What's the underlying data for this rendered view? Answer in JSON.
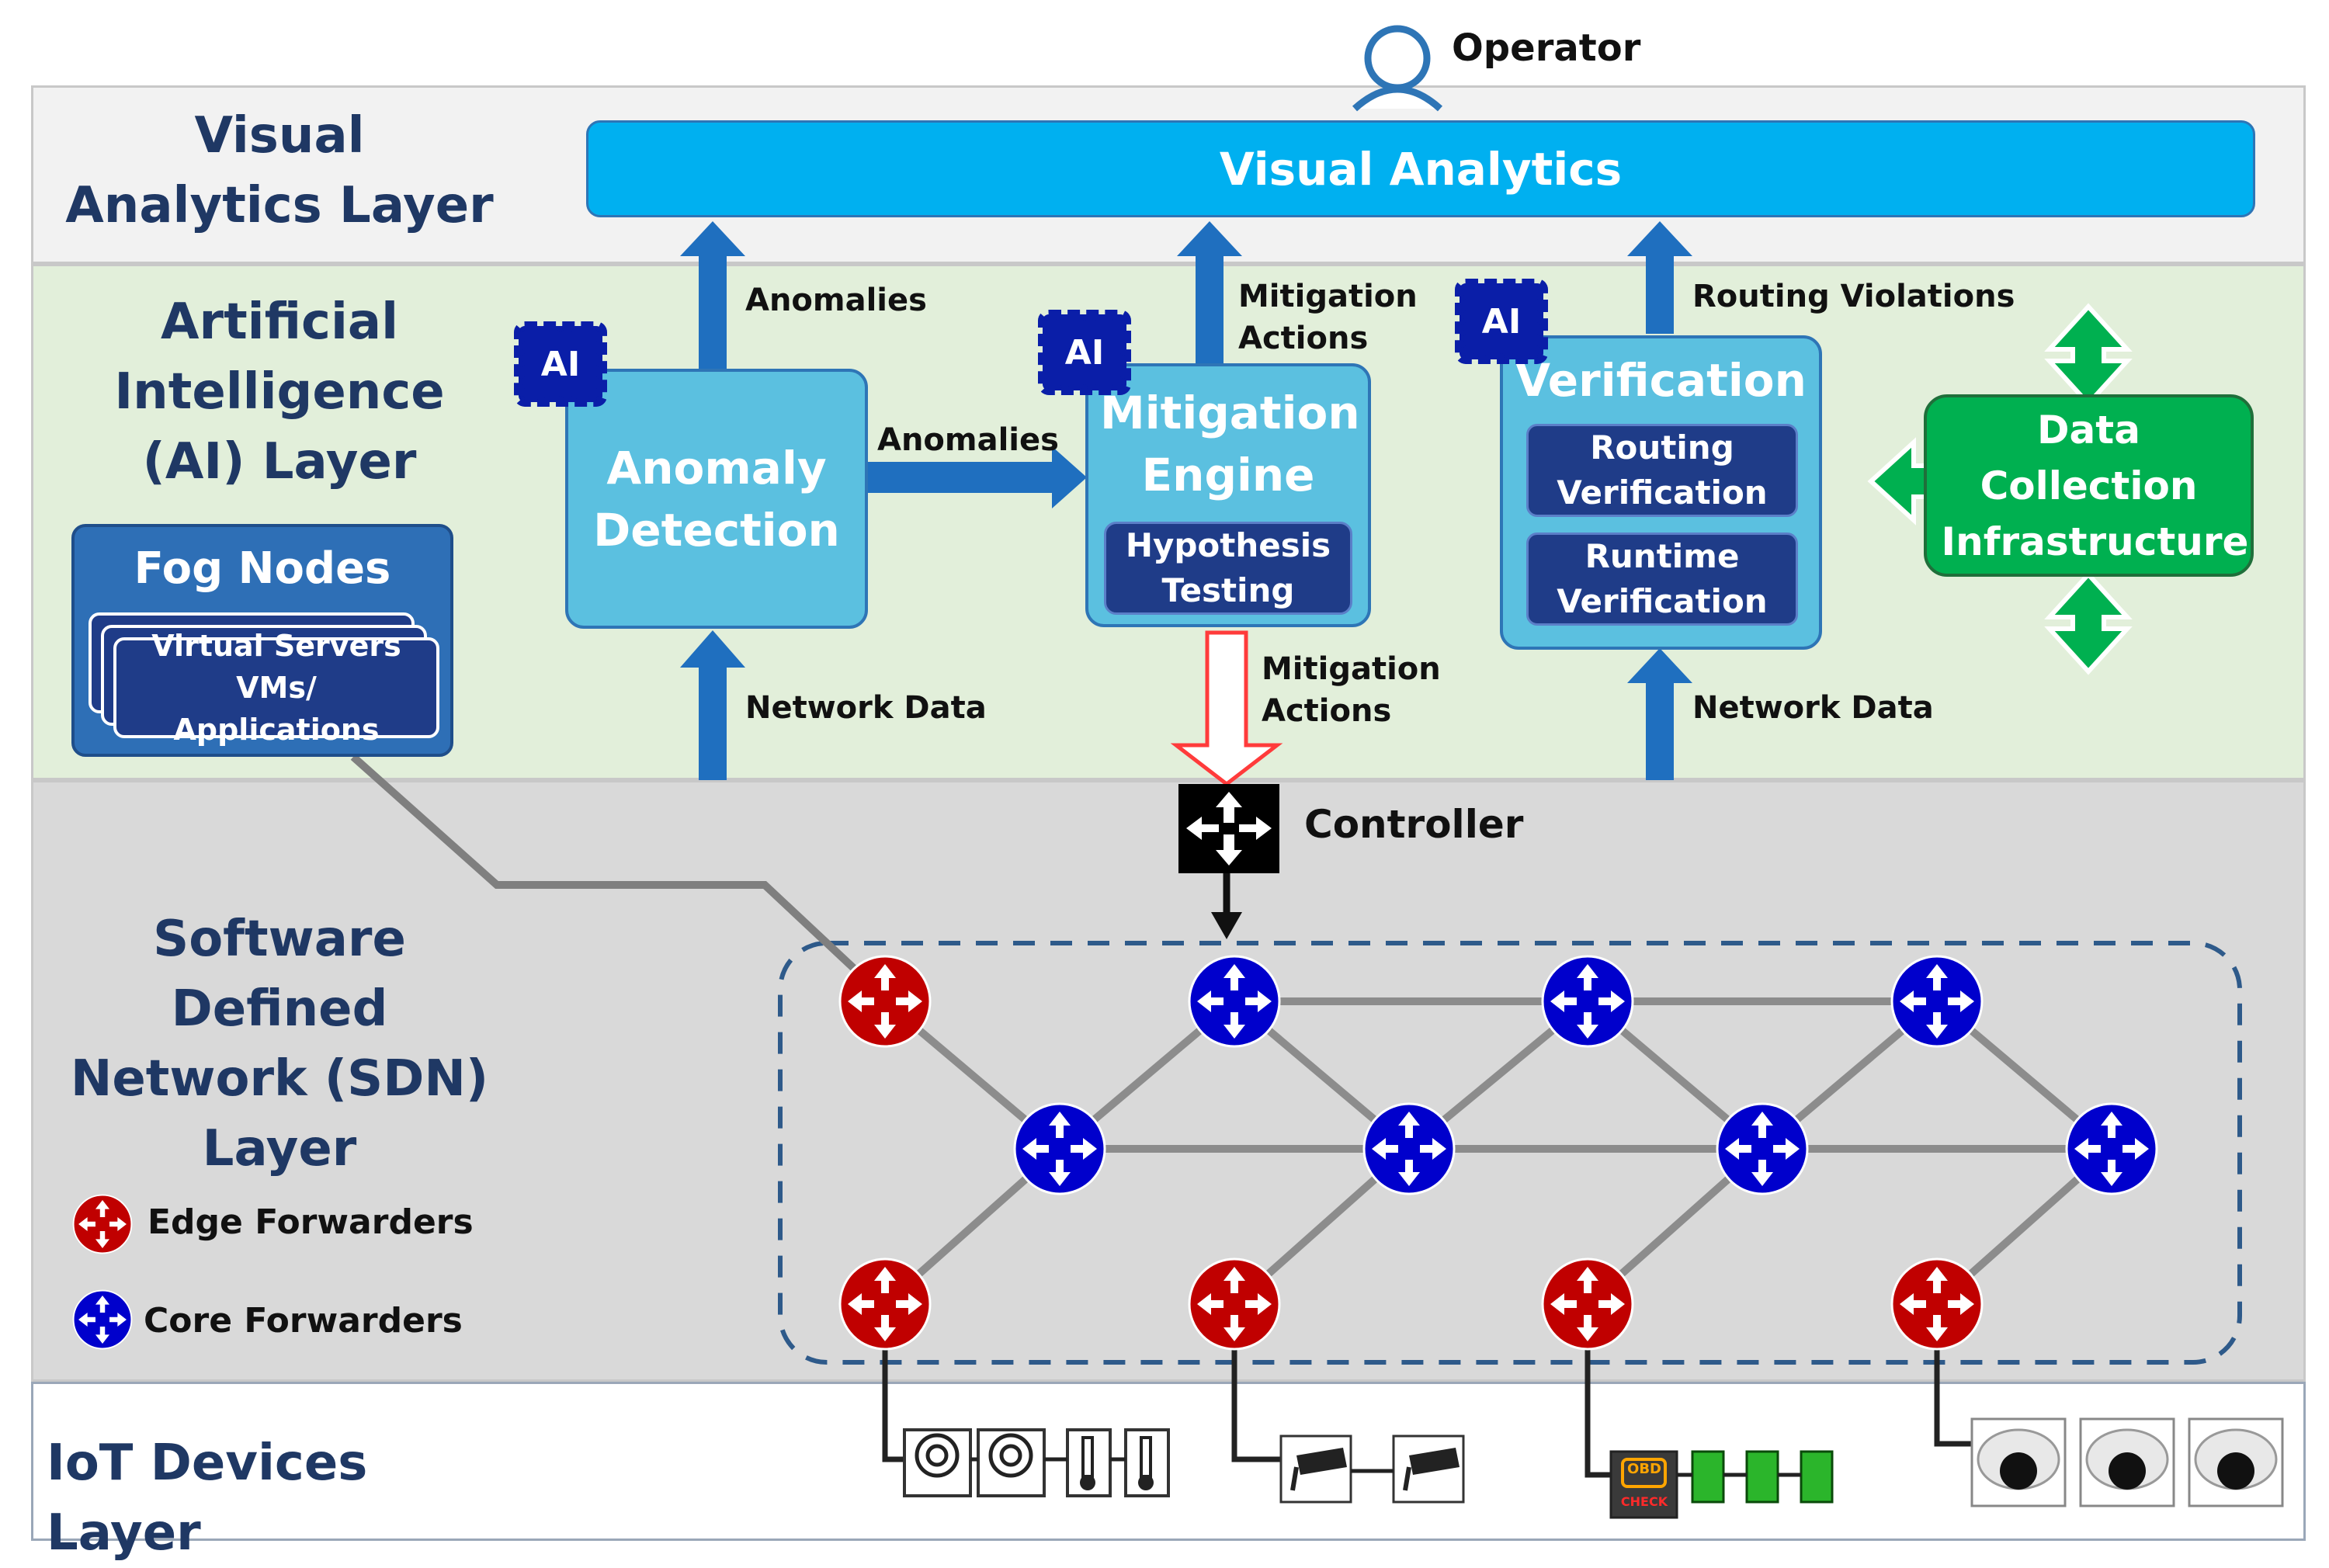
{
  "layers": {
    "visual": "Visual Analytics Layer",
    "ai": "Artificial Intelligence (AI) Layer",
    "sdn": "Software Defined Network (SDN) Layer",
    "iot": "IoT Devices Layer"
  },
  "operator": "Operator",
  "visual_analytics": "Visual Analytics",
  "anomaly_detection": "Anomaly Detection",
  "mitigation_engine": "Mitigation Engine",
  "hypothesis_testing": "Hypothesis Testing",
  "verification": "Verification",
  "routing_verification": "Routing Verification",
  "runtime_verification": "Runtime Verification",
  "data_collection": "Data Collection Infrastructure",
  "fog_nodes": "Fog Nodes",
  "virtual_servers": "Virtual Servers VMs/ Applications",
  "ai_chip": "AI",
  "arrows": {
    "anomalies_up": "Anomalies",
    "anomalies_right": "Anomalies",
    "mitigation_actions_up": "Mitigation Actions",
    "routing_violations": "Routing Violations",
    "network_data_left": "Network Data",
    "network_data_right": "Network Data",
    "mitigation_actions_down": "Mitigation Actions"
  },
  "controller": "Controller",
  "legend": {
    "edge": "Edge Forwarders",
    "core": "Core Forwarders"
  },
  "iot_labels": {
    "obd": "OBD",
    "check": "CHECK"
  },
  "colors": {
    "visual_bg": "#f2f2f2",
    "ai_bg": "#e2efda",
    "sdn_bg": "#d9d9d9",
    "visual_bar": "#00b0f0",
    "module": "#5bc0e0",
    "module_dark": "#1f3c88",
    "green": "#00b050",
    "edge": "#c00000",
    "core": "#0000cc",
    "arrow_blue": "#1f6fbf"
  }
}
